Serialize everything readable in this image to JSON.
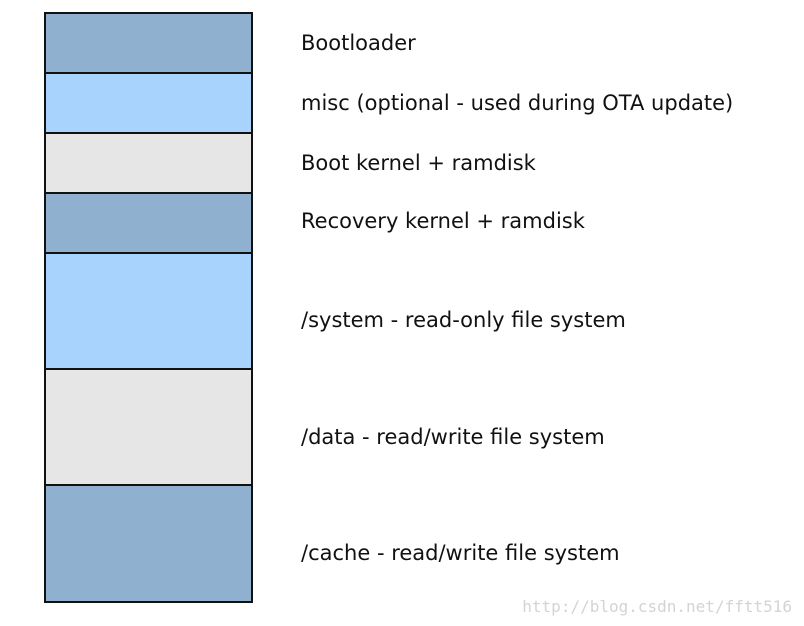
{
  "colors": {
    "dark_blue": "#8fb0cf",
    "light_blue": "#a7d3fd",
    "light_gray": "#e6e6e6",
    "border": "#111111"
  },
  "partitions": [
    {
      "label": "Bootloader",
      "color": "#8fb0cf"
    },
    {
      "label": "misc (optional - used during OTA update)",
      "color": "#a7d3fd"
    },
    {
      "label": "Boot kernel + ramdisk",
      "color": "#e6e6e6"
    },
    {
      "label": "Recovery kernel + ramdisk",
      "color": "#8fb0cf"
    },
    {
      "label": "/system - read-only file system",
      "color": "#a7d3fd"
    },
    {
      "label": "/data - read/write file system",
      "color": "#e6e6e6"
    },
    {
      "label": "/cache - read/write file system",
      "color": "#8fb0cf"
    }
  ],
  "watermark": "http://blog.csdn.net/fftt516"
}
